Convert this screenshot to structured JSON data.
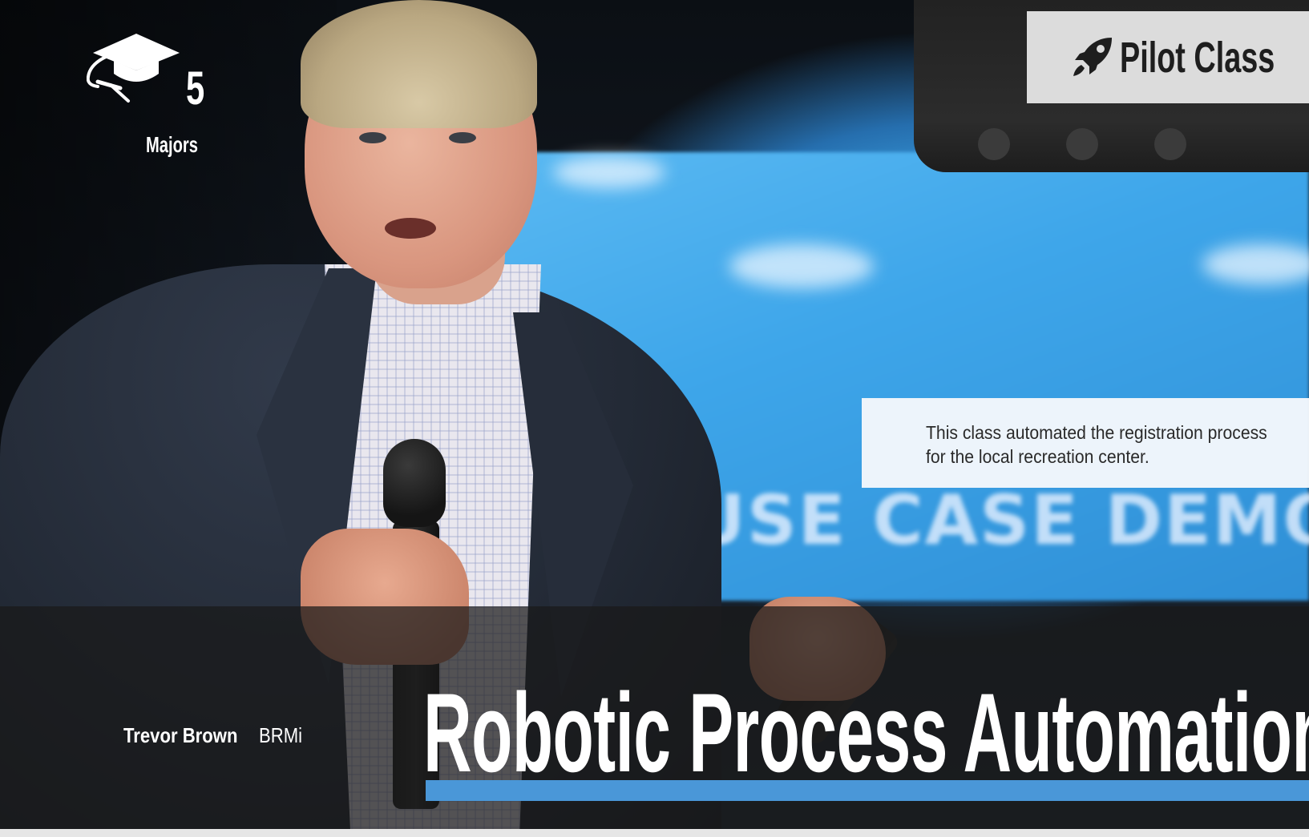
{
  "hero": {
    "majors": {
      "count": "5",
      "label": "Majors",
      "icon": "graduation-cap-icon"
    },
    "badge": {
      "label": "Pilot Class",
      "icon": "rocket-icon"
    },
    "description": "This class automated the registration process for the local recreation center.",
    "photo": {
      "screen_text": "USE CASE DEMO"
    },
    "presenter": {
      "name": "Trevor Brown",
      "organization": "BRMi"
    },
    "title": "Robotic Process Automation"
  },
  "colors": {
    "accent": "#4a97d8",
    "badge_bg": "#dcdcdc",
    "title_text": "#ffffff",
    "band_bg": "#191919"
  }
}
